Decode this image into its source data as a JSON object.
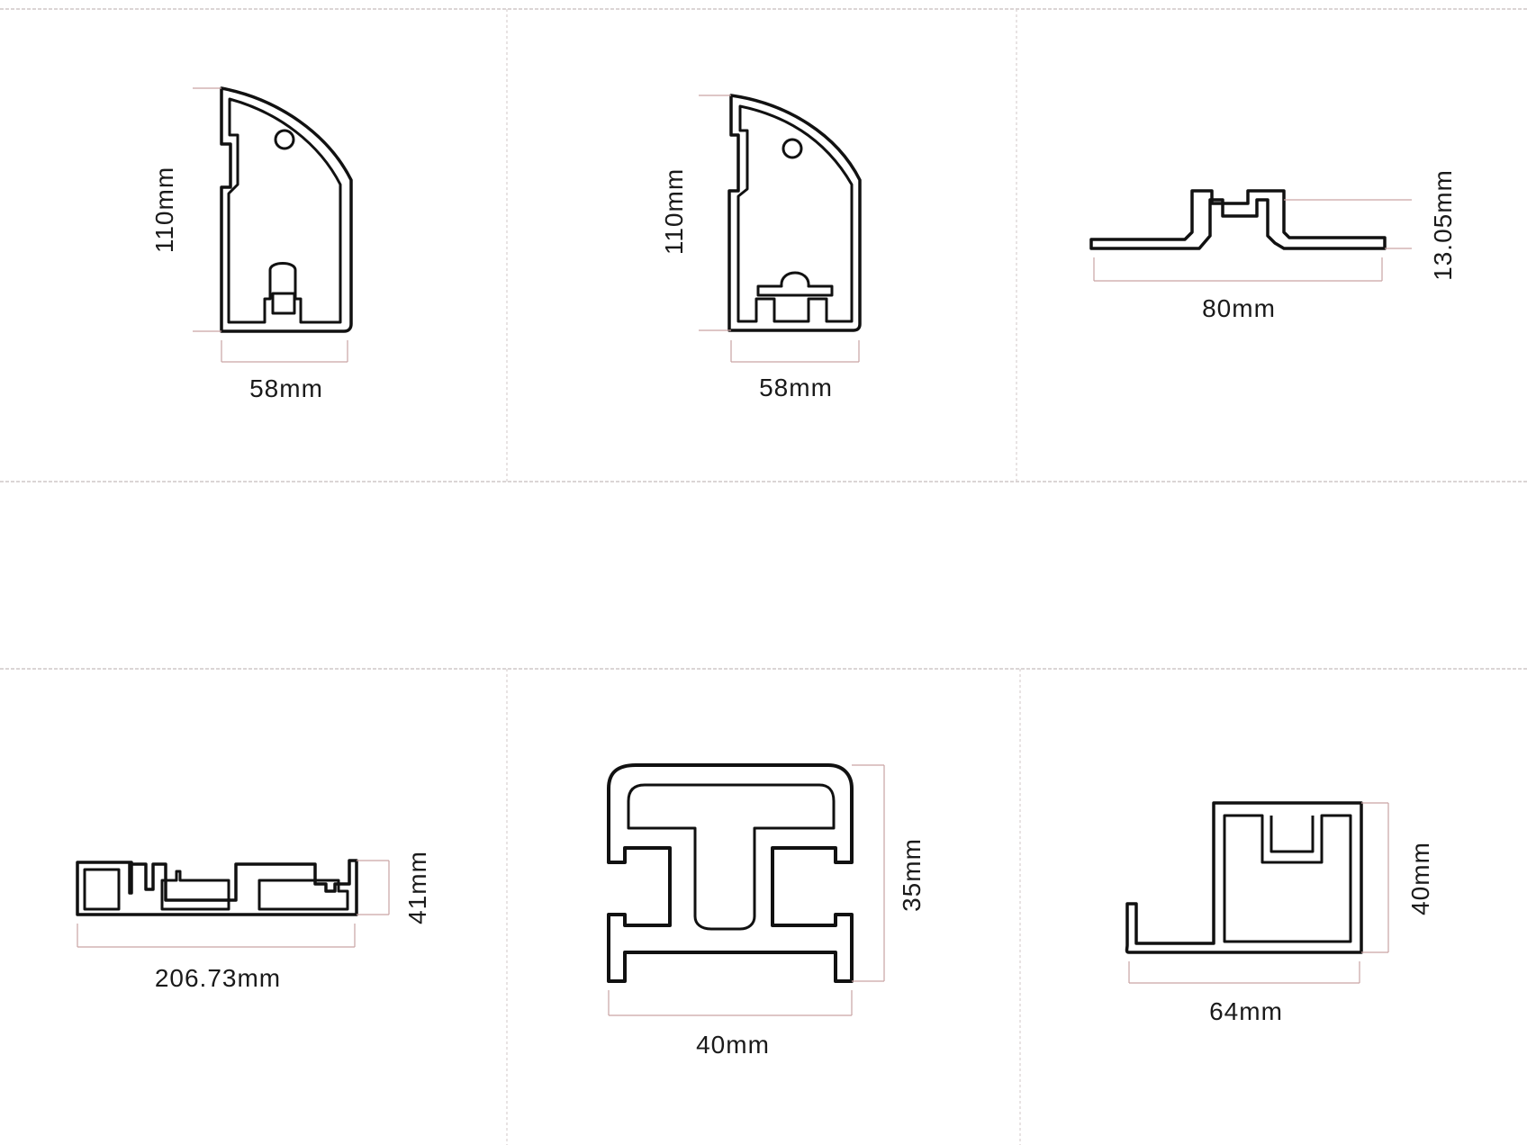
{
  "profiles": [
    {
      "width_label": "58mm",
      "height_label": "110mm"
    },
    {
      "width_label": "58mm",
      "height_label": "110mm"
    },
    {
      "width_label": "80mm",
      "height_label": "13.05mm"
    },
    {
      "width_label": "206.73mm",
      "height_label": "41mm"
    },
    {
      "width_label": "40mm",
      "height_label": "35mm"
    },
    {
      "width_label": "64mm",
      "height_label": "40mm"
    }
  ],
  "colors": {
    "outline": "#111111",
    "dimension_line": "#c9a4a4",
    "grid": "#cfc7c7",
    "background": "#ffffff"
  }
}
